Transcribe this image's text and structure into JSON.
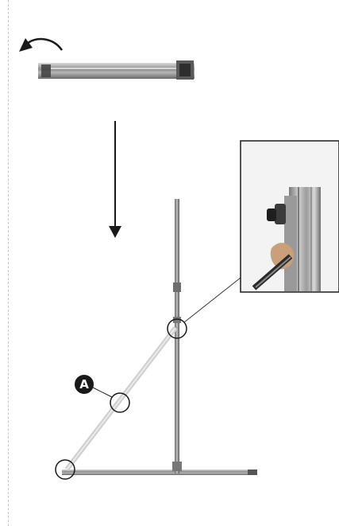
{
  "diagram": {
    "steps": [
      {
        "id": "rotate-rail",
        "description_shown": false
      },
      {
        "id": "unfold-stand",
        "description_shown": false
      }
    ],
    "callouts": [
      {
        "id": "A",
        "label": "A"
      }
    ],
    "icons": [
      "rotate-arrow-icon",
      "down-arrow-icon"
    ],
    "colors": {
      "frame": "#9a9a9a",
      "frame_dark": "#4a4a4a",
      "strut": "#cfcfcf",
      "line": "#333333",
      "label_bg": "#1a1a1a"
    }
  }
}
